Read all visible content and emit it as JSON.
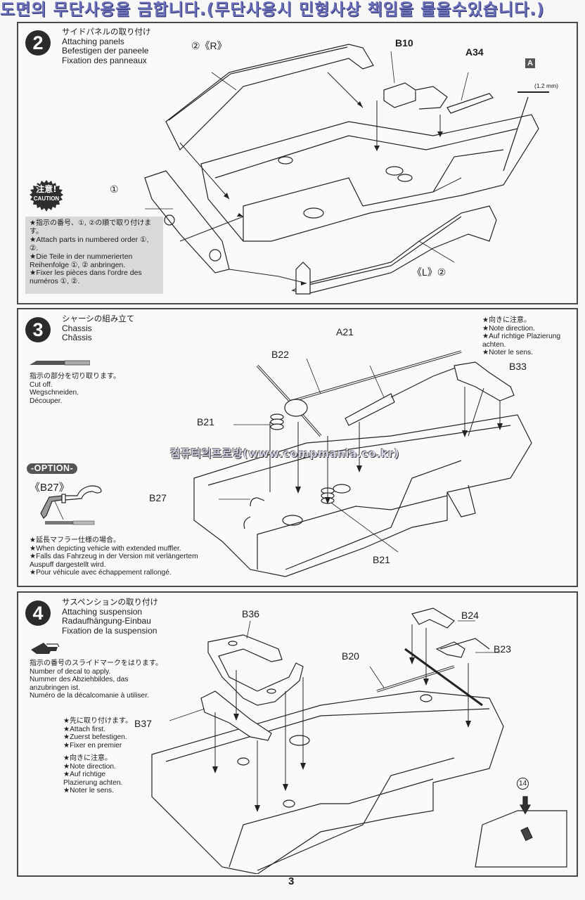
{
  "banner": {
    "text": "도면의 무단사용을 금합니다.(무단사용시 민형사상 책임을 물을수있습니다.)"
  },
  "watermark": {
    "text": "컴퓨터의프로방(www.compmania.co.kr)"
  },
  "page_number": "3",
  "steps": [
    {
      "number": "2",
      "title_jp": "サイドパネルの取り付け",
      "title_en": "Attaching panels",
      "title_de": "Befestigen der paneele",
      "title_fr": "Fixation des panneaux",
      "caution_badge": {
        "jp": "注意!",
        "en": "CAUTION"
      },
      "caution_lines": [
        {
          "star": "★",
          "text": "指示の番号、①, ②の順で取り付けます。"
        },
        {
          "star": "★",
          "text": "Attach parts in numbered order ①, ②."
        },
        {
          "star": "★",
          "text": "Die Teile in der nummerierten Reihenfolge ①, ② anbringen."
        },
        {
          "star": "★",
          "text": "Fixer les pièces dans l'ordre des numéros ①, ②."
        }
      ],
      "labels": {
        "right_panel": "②《R》",
        "left_panel": "《L》②",
        "front_part": "①",
        "b10": "B10",
        "a34": "A34",
        "screw_tag": "A",
        "screw_size": "(1.2 mm)"
      }
    },
    {
      "number": "3",
      "title_jp": "シャーシの組み立て",
      "title_en": "Chassis",
      "title_fr": "Châssis",
      "cut_notes": [
        "指示の部分を切り取ります。",
        "Cut off.",
        "Wegschneiden.",
        "Découper."
      ],
      "direction_notes": [
        "★向きに注意。",
        "★Note direction.",
        "★Auf richtige Plazierung",
        "achten.",
        "★Noter le sens."
      ],
      "option": {
        "pill": "-OPTION-",
        "part": "《B27》",
        "notes": [
          "★延長マフラー仕様の場合。",
          "★When depicting vehicle with extended muffler.",
          "★Falls das Fahrzeug in der Version mit verlängertem",
          "Auspuff dargestellt wird.",
          "★Pour véhicule avec échappement rallongé."
        ]
      },
      "labels": {
        "b22": "B22",
        "a21": "A21",
        "b33": "B33",
        "b21_top": "B21",
        "b27": "B27",
        "b21_bottom": "B21"
      }
    },
    {
      "number": "4",
      "title_jp": "サスペンションの取り付け",
      "title_en": "Attaching suspension",
      "title_de": "Radaufhängung-Einbau",
      "title_fr": "Fixation de la suspension",
      "decal_notes": [
        "指示の番号のスライドマークをはります。",
        "Number of decal to apply.",
        "Nummer des Abziehbildes, das",
        "anzubringen ist.",
        "Numéro de la décalcomanie à utiliser."
      ],
      "attach_notes": [
        "★先に取り付けます。",
        "★Attach first.",
        "★Zuerst befestigen.",
        "★Fixer en premier"
      ],
      "direction_notes": [
        "★向きに注意。",
        "★Note direction.",
        "★Auf richtige",
        "Plazierung achten.",
        "★Noter le sens."
      ],
      "labels": {
        "b36": "B36",
        "b24": "B24",
        "b23": "B23",
        "b20": "B20",
        "b37": "B37",
        "decal": "14"
      }
    }
  ]
}
